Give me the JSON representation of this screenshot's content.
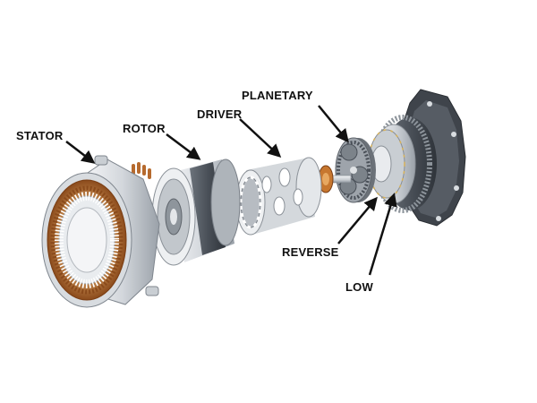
{
  "labels": {
    "stator": "STATOR",
    "rotor": "ROTOR",
    "driver": "DRIVER",
    "planetary": "PLANETARY",
    "reverse": "REVERSE",
    "low": "LOW"
  },
  "colors": {
    "background": "#ffffff",
    "silver_light": "#e6e8eb",
    "silver_mid": "#b9bec4",
    "silver_dark": "#7f868e",
    "copper": "#b66a2e",
    "copper_dark": "#7a3e14",
    "flange": "#4a4f57",
    "arrow": "#111111"
  }
}
